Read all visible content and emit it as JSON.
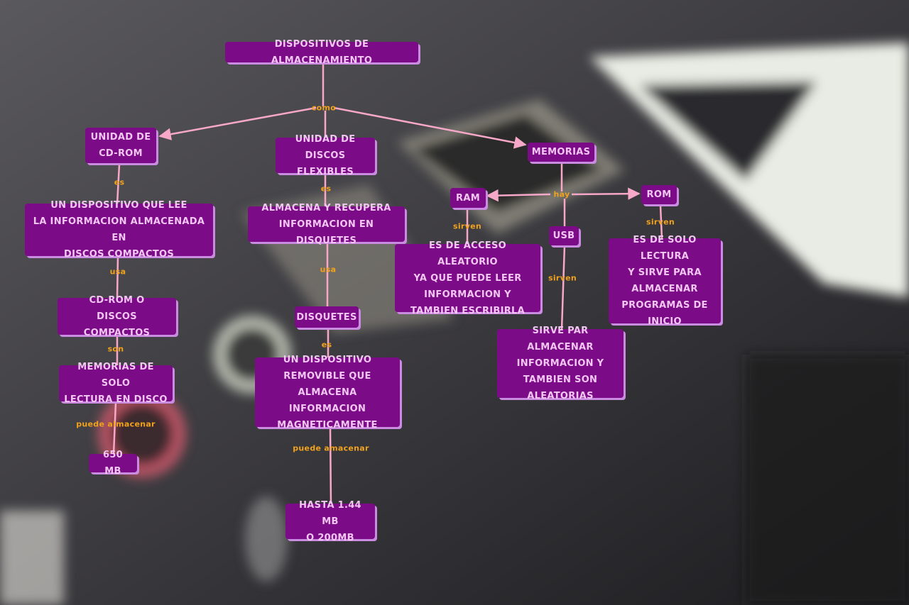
{
  "nodes": {
    "root": "DISPOSITIVOS DE ALMACENAMIENTO",
    "cdrom_unit": "UNIDAD DE\nCD-ROM",
    "floppy_unit": "UNIDAD DE\nDISCOS FLEXIBLES",
    "memorias": "MEMORIAS",
    "cdrom_desc": "UN DISPOSITIVO QUE LEE\nLA INFORMACION ALMACENADA EN\nDISCOS COMPACTOS",
    "floppy_desc": "ALMACENA Y RECUPERA\nINFORMACION EN DISQUETES",
    "ram": "RAM",
    "rom": "ROM",
    "usb": "USB",
    "ram_desc": "ES DE ACCESO ALEATORIO\nYA QUE PUEDE LEER\nINFORMACION Y\nTAMBIEN ESCRIBIRLA",
    "rom_desc": "ES DE SOLO LECTURA\nY SIRVE PARA\nALMACENAR\nPROGRAMAS DE\nINICIO",
    "usb_desc": "SIRVE PAR ALMACENAR\nINFORMACION Y\nTAMBIEN SON\nALEATORIAS",
    "cd_discs": "CD-ROM O\nDISCOS COMPACTOS",
    "disquetes": "DISQUETES",
    "cd_memory": "MEMORIAS DE SOLO\nLECTURA EN DISCO",
    "disquete_desc": "UN DISPOSITIVO\nREMOVIBLE QUE\nALMACENA INFORMACION\nMAGNETICAMENTE",
    "cd_capacity": "650 MB",
    "floppy_capacity": "HASTA 1.44 MB\nO 200MB"
  },
  "link_labels": {
    "como": "como",
    "es_1": "es",
    "es_2": "es",
    "hay": "hay",
    "usa_1": "usa",
    "usa_2": "usa",
    "sirven_ram": "sirven",
    "sirven_rom": "sirven",
    "sirven_usb": "sirven",
    "son": "son",
    "es_3": "es",
    "puede_almacenar_1": "puede almacenar",
    "puede_almacenar_2": "puede amacenar"
  },
  "colors": {
    "node_fill": "#7b0b86",
    "node_text": "#f3c6f3",
    "node_shadow": "#c98ce0",
    "connector": "#f7a8c8",
    "link_label": "#f2a31d"
  }
}
